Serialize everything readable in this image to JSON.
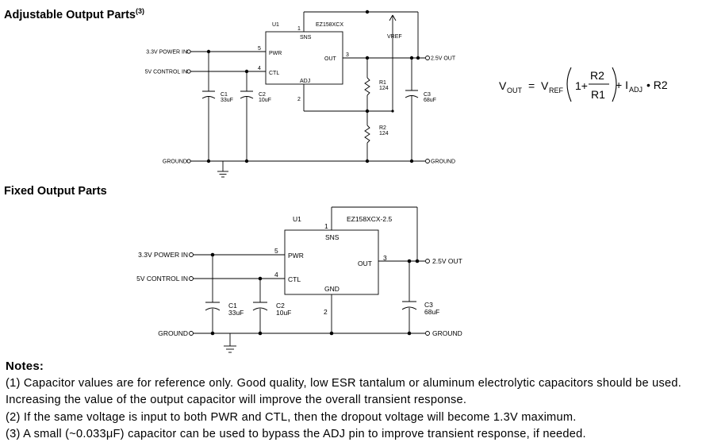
{
  "headings": {
    "adjustable": "Adjustable Output Parts",
    "adjustable_ref": "(3)",
    "fixed": "Fixed Output Parts"
  },
  "adjustable_circuit": {
    "ic_ref": "U1",
    "ic_part": "EZ158XCX",
    "pins": {
      "sns": "SNS",
      "sns_num": "1",
      "pwr": "PWR",
      "pwr_num": "5",
      "ctl": "CTL",
      "ctl_num": "4",
      "out": "OUT",
      "out_num": "3",
      "adj": "ADJ",
      "adj_num": "2"
    },
    "vref_label": "VREF",
    "inputs": {
      "power": "3.3V POWER IN",
      "control": "5V CONTROL IN",
      "ground": "GROUND"
    },
    "outputs": {
      "out": "2.5V OUT",
      "ground": "GROUND"
    },
    "c1": {
      "ref": "C1",
      "value": "33uF"
    },
    "c2": {
      "ref": "C2",
      "value": "10uF"
    },
    "c3": {
      "ref": "C3",
      "value": "68uF"
    },
    "r1": {
      "ref": "R1",
      "value": "124"
    },
    "r2": {
      "ref": "R2",
      "value": "124"
    }
  },
  "formula": {
    "v": "V",
    "out_sub": "OUT",
    "equals": "=",
    "vref_sub": "REF",
    "one_plus": "1+",
    "r2": "R2",
    "r1": "R1",
    "plus_i": "+ I",
    "adj_sub": "ADJ",
    "dot_r2": "• R2"
  },
  "fixed_circuit": {
    "ic_ref": "U1",
    "ic_part": "EZ158XCX-2.5",
    "pins": {
      "sns": "SNS",
      "sns_num": "1",
      "pwr": "PWR",
      "pwr_num": "5",
      "ctl": "CTL",
      "ctl_num": "4",
      "out": "OUT",
      "out_num": "3",
      "gnd": "GND",
      "gnd_num": "2"
    },
    "inputs": {
      "power": "3.3V POWER IN",
      "control": "5V CONTROL IN",
      "ground": "GROUND"
    },
    "outputs": {
      "out": "2.5V OUT",
      "ground": "GROUND"
    },
    "c1": {
      "ref": "C1",
      "value": "33uF"
    },
    "c2": {
      "ref": "C2",
      "value": "10uF"
    },
    "c3": {
      "ref": "C3",
      "value": "68uF"
    }
  },
  "notes": {
    "title": "Notes:",
    "items": [
      "(1)  Capacitor values are for reference only. Good quality, low ESR tantalum or aluminum electrolytic capacitors should be used. Increasing the value of the output capacitor will improve the overall transient response.",
      "(2)  If the same voltage is input to both PWR and CTL, then the dropout voltage will become 1.3V maximum.",
      "(3)  A small (~0.033μF) capacitor can be used to bypass the ADJ pin to improve transient response, if needed."
    ]
  }
}
